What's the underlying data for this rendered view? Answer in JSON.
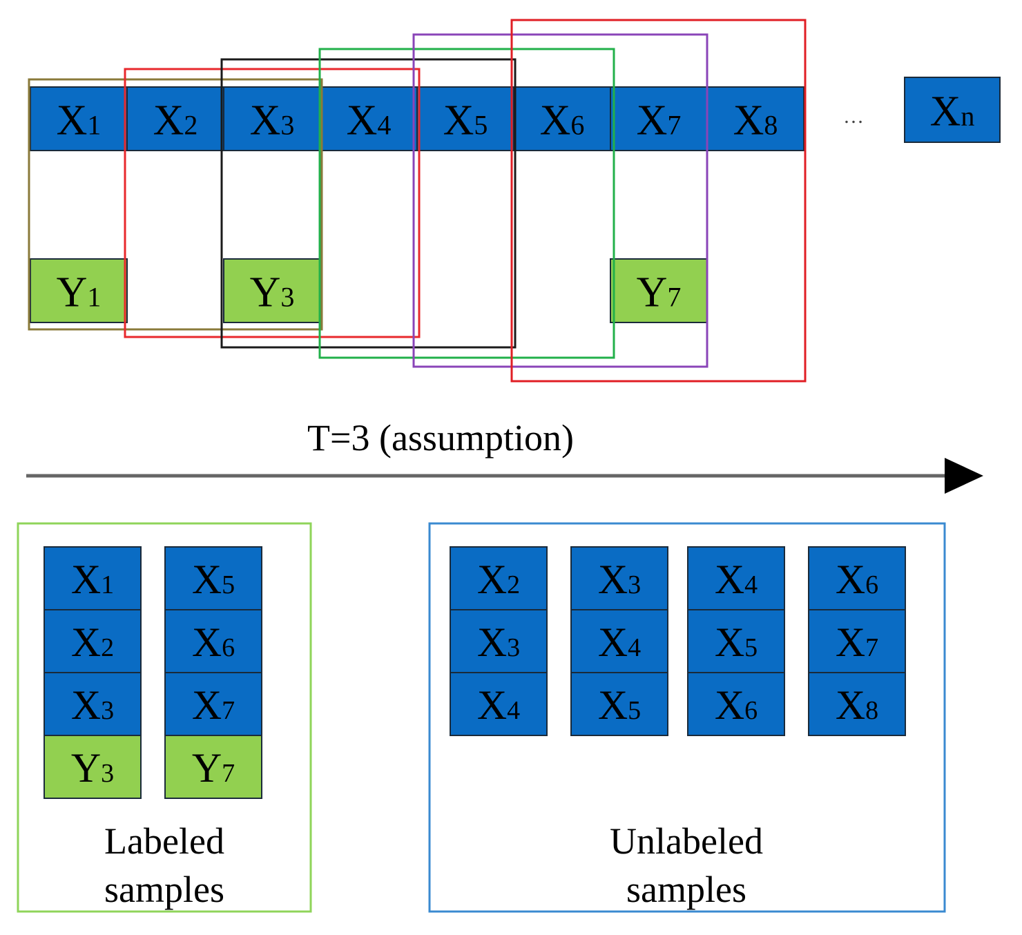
{
  "sequence": {
    "x_cells": [
      {
        "letter": "X",
        "sub": "1"
      },
      {
        "letter": "X",
        "sub": "2"
      },
      {
        "letter": "X",
        "sub": "3"
      },
      {
        "letter": "X",
        "sub": "4"
      },
      {
        "letter": "X",
        "sub": "5"
      },
      {
        "letter": "X",
        "sub": "6"
      },
      {
        "letter": "X",
        "sub": "7"
      },
      {
        "letter": "X",
        "sub": "8"
      }
    ],
    "ellipsis": "…",
    "xn": {
      "letter": "X",
      "sub": "n"
    },
    "y_cells": [
      {
        "letter": "Y",
        "sub": "1",
        "col": 0
      },
      {
        "letter": "Y",
        "sub": "3",
        "col": 2
      },
      {
        "letter": "Y",
        "sub": "7",
        "col": 6
      }
    ]
  },
  "windows": [
    {
      "color": "#8a7a3a"
    },
    {
      "color": "#e8282c"
    },
    {
      "color": "#1a1a1a"
    },
    {
      "color": "#22b04a"
    },
    {
      "color": "#8a44b8"
    },
    {
      "color": "#e01e24"
    }
  ],
  "arrow_label": "T=3 (assumption)",
  "labeled": {
    "border_color": "#8fd45a",
    "label": "Labeled samples",
    "label_line1": "Labeled",
    "label_line2": "samples",
    "columns": [
      [
        {
          "letter": "X",
          "sub": "1",
          "kind": "x"
        },
        {
          "letter": "X",
          "sub": "2",
          "kind": "x"
        },
        {
          "letter": "X",
          "sub": "3",
          "kind": "x"
        },
        {
          "letter": "Y",
          "sub": "3",
          "kind": "y"
        }
      ],
      [
        {
          "letter": "X",
          "sub": "5",
          "kind": "x"
        },
        {
          "letter": "X",
          "sub": "6",
          "kind": "x"
        },
        {
          "letter": "X",
          "sub": "7",
          "kind": "x"
        },
        {
          "letter": "Y",
          "sub": "7",
          "kind": "y"
        }
      ]
    ]
  },
  "unlabeled": {
    "border_color": "#3a8ad0",
    "label": "Unlabeled samples",
    "label_line1": "Unlabeled",
    "label_line2": "samples",
    "columns": [
      [
        {
          "letter": "X",
          "sub": "2"
        },
        {
          "letter": "X",
          "sub": "3"
        },
        {
          "letter": "X",
          "sub": "4"
        }
      ],
      [
        {
          "letter": "X",
          "sub": "3"
        },
        {
          "letter": "X",
          "sub": "4"
        },
        {
          "letter": "X",
          "sub": "5"
        }
      ],
      [
        {
          "letter": "X",
          "sub": "4"
        },
        {
          "letter": "X",
          "sub": "5"
        },
        {
          "letter": "X",
          "sub": "6"
        }
      ],
      [
        {
          "letter": "X",
          "sub": "6"
        },
        {
          "letter": "X",
          "sub": "7"
        },
        {
          "letter": "X",
          "sub": "8"
        }
      ]
    ]
  },
  "colors": {
    "x_fill": "#0a6cc4",
    "y_fill": "#92d050",
    "arrow": "#666666"
  }
}
